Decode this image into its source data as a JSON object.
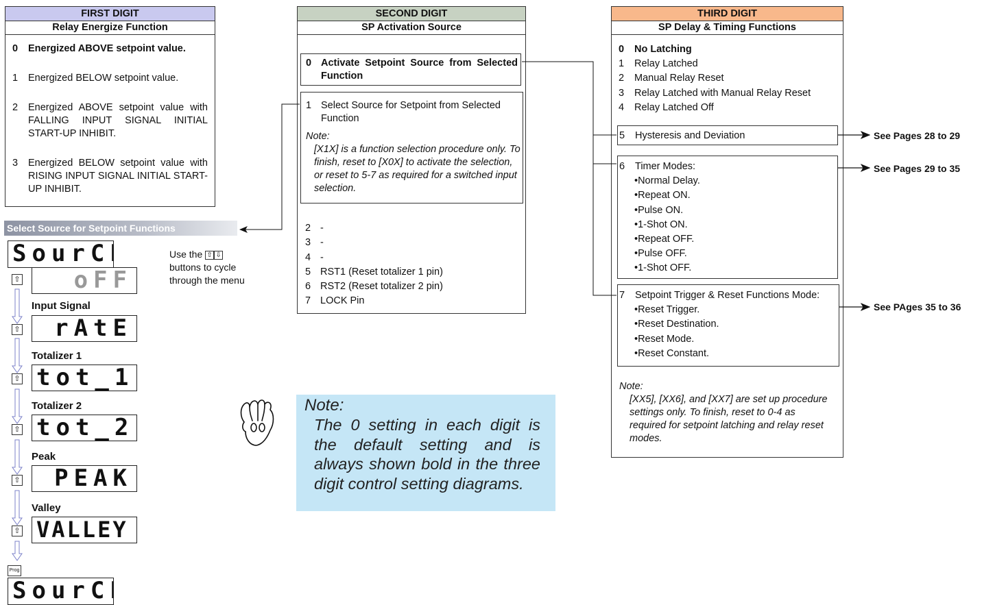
{
  "first": {
    "header": "FIRST DIGIT",
    "subheader": "Relay Energize Function",
    "items": [
      {
        "n": "0",
        "text": "Energized ABOVE setpoint value."
      },
      {
        "n": "1",
        "text": "Energized BELOW setpoint value."
      },
      {
        "n": "2",
        "text": "Energized ABOVE setpoint value with FALLING INPUT SIGNAL INITIAL START-UP INHIBIT."
      },
      {
        "n": "3",
        "text": "Energized BELOW setpoint value with RISING INPUT SIGNAL INITIAL START-UP INHIBIT."
      }
    ]
  },
  "second": {
    "header": "SECOND DIGIT",
    "subheader": "SP Activation Source",
    "item0": {
      "n": "0",
      "text": "Activate Setpoint Source from Selected Function"
    },
    "item1": {
      "n": "1",
      "text": "Select Source for Setpoint from Selected Function"
    },
    "note_label": "Note:",
    "note_text": "[X1X] is a function selection procedure only. To finish, reset to [X0X] to activate the selection, or reset to 5-7 as required for a switched input selection.",
    "list": [
      {
        "n": "2",
        "text": "-"
      },
      {
        "n": "3",
        "text": "-"
      },
      {
        "n": "4",
        "text": "-"
      },
      {
        "n": "5",
        "text": "RST1 (Reset totalizer 1 pin)"
      },
      {
        "n": "6",
        "text": "RST2 (Reset totalizer 2 pin)"
      },
      {
        "n": "7",
        "text": "LOCK Pin"
      }
    ]
  },
  "third": {
    "header": "THIRD DIGIT",
    "subheader": "SP Delay & Timing Functions",
    "items": [
      {
        "n": "0",
        "text": "No Latching"
      },
      {
        "n": "1",
        "text": "Relay Latched"
      },
      {
        "n": "2",
        "text": "Manual Relay Reset"
      },
      {
        "n": "3",
        "text": "Relay Latched with Manual Relay Reset"
      },
      {
        "n": "4",
        "text": "Relay Latched Off"
      }
    ],
    "item5": {
      "n": "5",
      "text": "Hysteresis and Deviation"
    },
    "item6": {
      "n": "6",
      "text": "Timer Modes:",
      "bullets": [
        "•Normal Delay.",
        "•Repeat ON.",
        "•Pulse ON.",
        "•1-Shot ON.",
        "•Repeat OFF.",
        "•Pulse OFF.",
        "•1-Shot OFF."
      ]
    },
    "item7": {
      "n": "7",
      "text": "Setpoint Trigger & Reset Functions Mode:",
      "bullets": [
        "•Reset Trigger.",
        "•Reset Destination.",
        "•Reset Mode.",
        "•Reset Constant."
      ]
    },
    "note_label": "Note:",
    "note_text": "[XX5], [XX6], and [XX7] are set up procedure settings only. To finish, reset to 0-4 as required for setpoint latching and relay reset modes.",
    "see5": "See Pages 28 to 29",
    "see6": "See Pages 29 to 35",
    "see7": "See PAges 35 to 36"
  },
  "menu": {
    "title": "Select Source for Setpoint Functions",
    "instruction_1": "Use the",
    "instruction_2": "buttons to cycle",
    "instruction_3": "through the menu",
    "lcd_top": "SourCE",
    "lcd_off": "oFF",
    "steps": [
      {
        "label": "Input Signal",
        "lcd": "rAtE"
      },
      {
        "label": "Totalizer 1",
        "lcd": "tot_1"
      },
      {
        "label": "Totalizer 2",
        "lcd": "tot_2"
      },
      {
        "label": "Peak",
        "lcd": "PEAK"
      },
      {
        "label": "Valley",
        "lcd": "VALLEY"
      }
    ],
    "prog_key": "Prog",
    "lcd_bottom": "SourCE",
    "up_icon": "up-arrow-key-icon"
  },
  "callout": {
    "label": "Note:",
    "text": "The 0 setting in each digit is the default setting and is always shown bold in the three digit control setting diagrams."
  },
  "colors": {
    "first_header": "#c9c9ef",
    "second_header": "#c7d2c2",
    "third_header": "#f8b88b",
    "menu_title_bar": "#9aa0ad",
    "note_bg": "#c5e6f6",
    "arrow": "#8a8fd0"
  }
}
